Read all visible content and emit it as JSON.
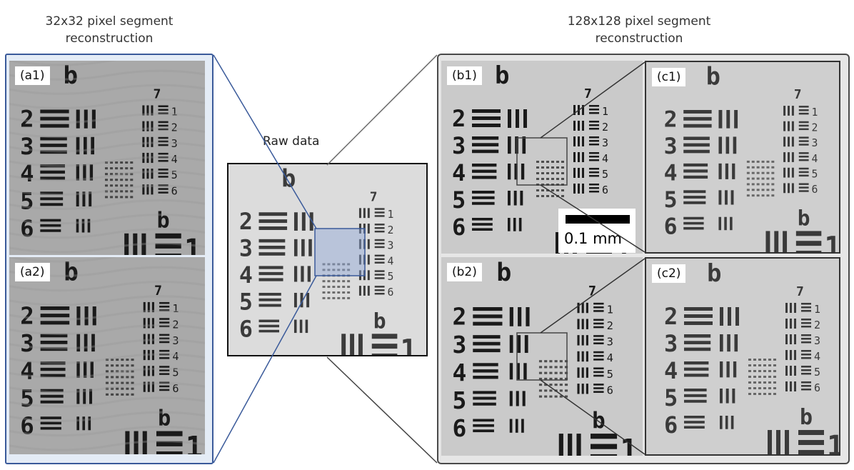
{
  "headings": {
    "left": "32x32 pixel segment\nreconstruction",
    "right": "128x128 pixel segment\nreconstruction"
  },
  "raw_label": "Raw data",
  "panels": [
    {
      "id": "a1",
      "label": "(a1)"
    },
    {
      "id": "a2",
      "label": "(a2)"
    },
    {
      "id": "b1",
      "label": "(b1)"
    },
    {
      "id": "b2",
      "label": "(b2)"
    },
    {
      "id": "c1",
      "label": "(c1)"
    },
    {
      "id": "c2",
      "label": "(c2)"
    }
  ],
  "scale_bar": {
    "label": "0.1 mm"
  },
  "target_digits": {
    "large_group": [
      "2",
      "3",
      "4",
      "5",
      "6"
    ],
    "group_top": "b",
    "small_group_top": "7",
    "small_group": [
      "1",
      "2",
      "3",
      "4",
      "5",
      "6"
    ],
    "bottom_element": "1"
  },
  "colors": {
    "left_frame": "#3a5a9a",
    "right_frame": "#4a4a4a",
    "left_background": "#e4ecf6",
    "highlight_box": "#8fa6d6"
  }
}
